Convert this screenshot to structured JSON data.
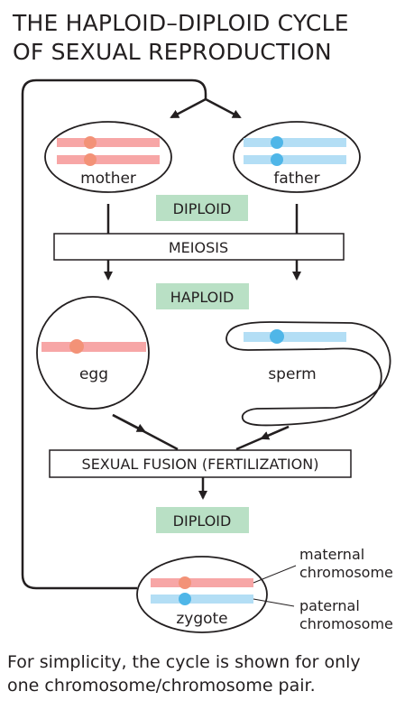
{
  "title": {
    "line1": "THE HAPLOID–DIPLOID CYCLE",
    "line2": "OF SEXUAL REPRODUCTION"
  },
  "cells": {
    "mother": "mother",
    "father": "father",
    "egg": "egg",
    "sperm": "sperm",
    "zygote": "zygote"
  },
  "stages": {
    "diploid_top": "DIPLOID",
    "meiosis": "MEIOSIS",
    "haploid": "HAPLOID",
    "fusion": "SEXUAL FUSION (FERTILIZATION)",
    "diploid_bottom": "DIPLOID"
  },
  "annotations": {
    "maternal_line1": "maternal",
    "maternal_line2": "chromosome",
    "paternal_line1": "paternal",
    "paternal_line2": "chromosome"
  },
  "caption": {
    "line1": "For simplicity, the cycle is shown for only",
    "line2": "one chromosome/chromosome pair."
  },
  "colors": {
    "maternal_chromosome": "#f7a6a6",
    "maternal_centromere": "#f39277",
    "paternal_chromosome": "#b3def5",
    "paternal_centromere": "#4fb6e8",
    "stage_badge": "#b9e0c5",
    "line": "#231f20"
  }
}
